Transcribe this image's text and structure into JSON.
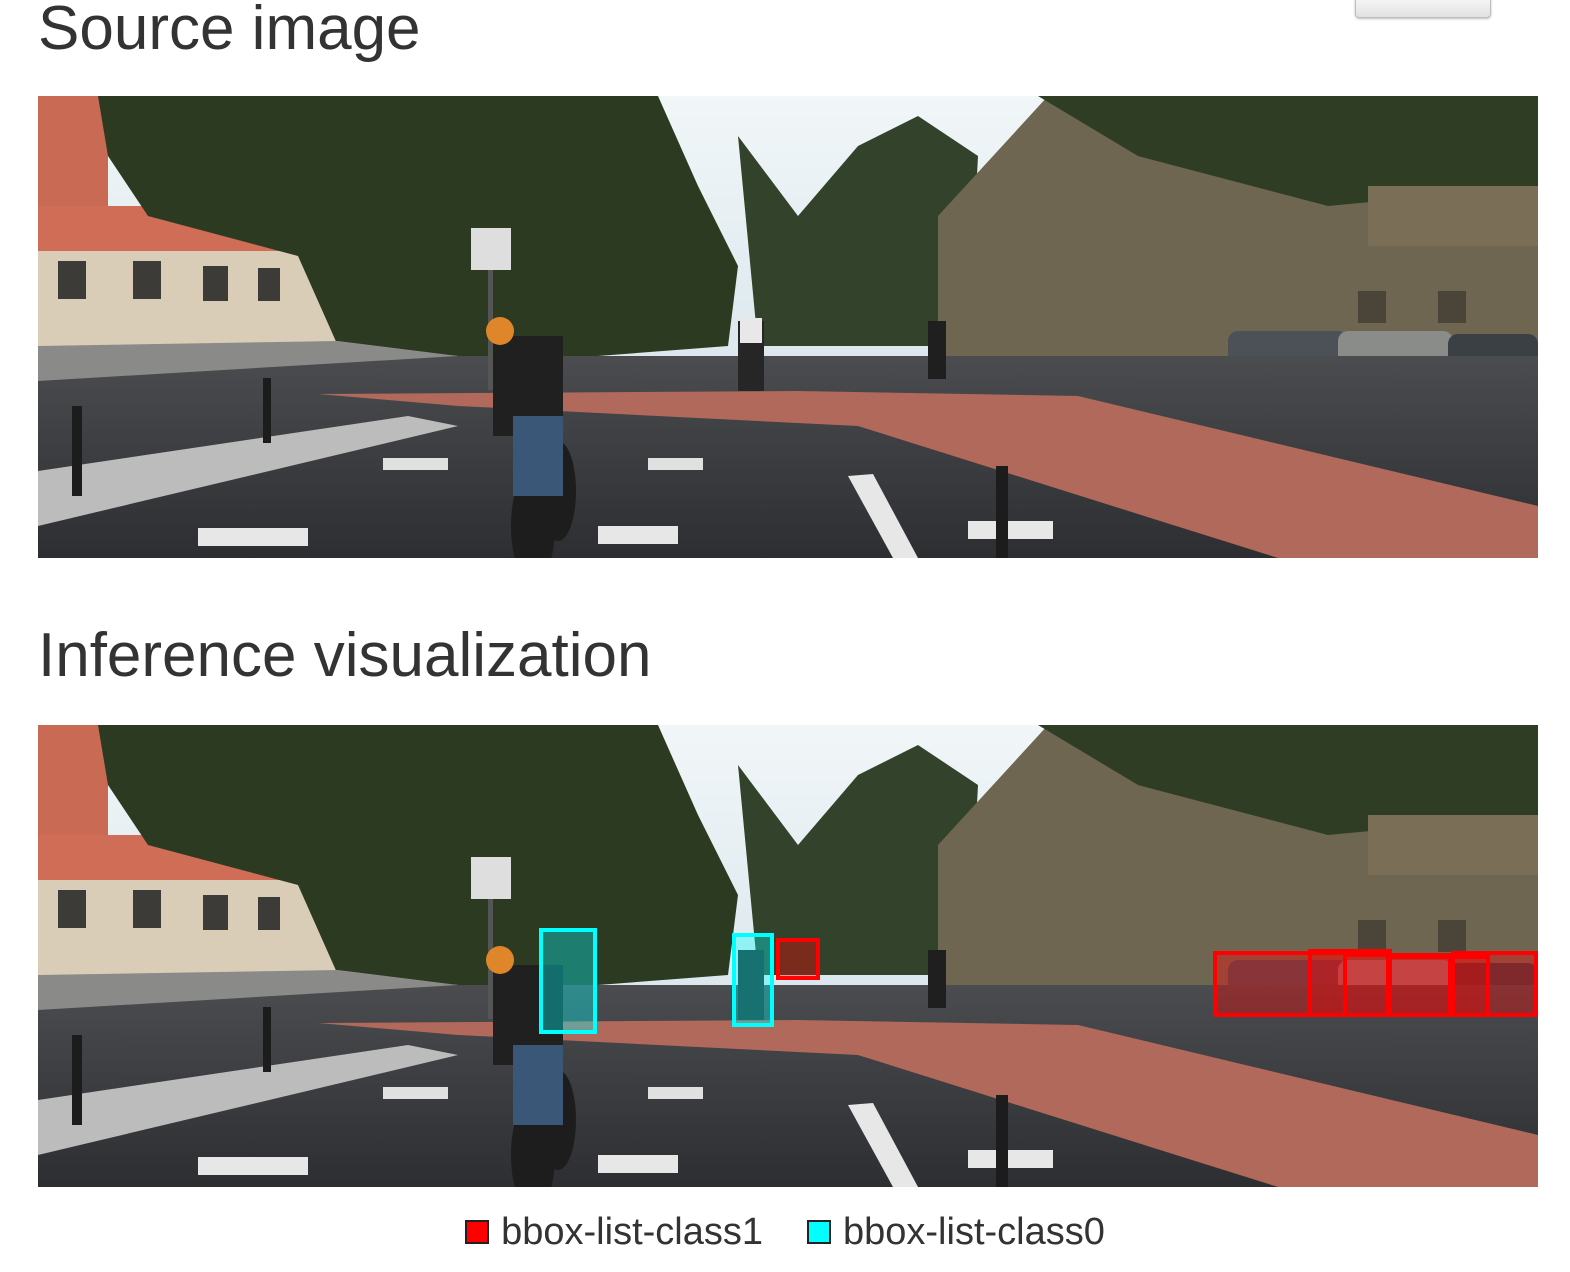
{
  "sections": {
    "source_title": "Source image",
    "inference_title": "Inference visualization"
  },
  "legend": [
    {
      "label": "bbox-list-class1",
      "color": "#ff0000"
    },
    {
      "label": "bbox-list-class0",
      "color": "#00ffff"
    }
  ],
  "colors": {
    "class1": "#ff0000",
    "class0": "#00ffff",
    "heading_text": "#333333"
  },
  "icons": {
    "top_button": "button-icon"
  }
}
